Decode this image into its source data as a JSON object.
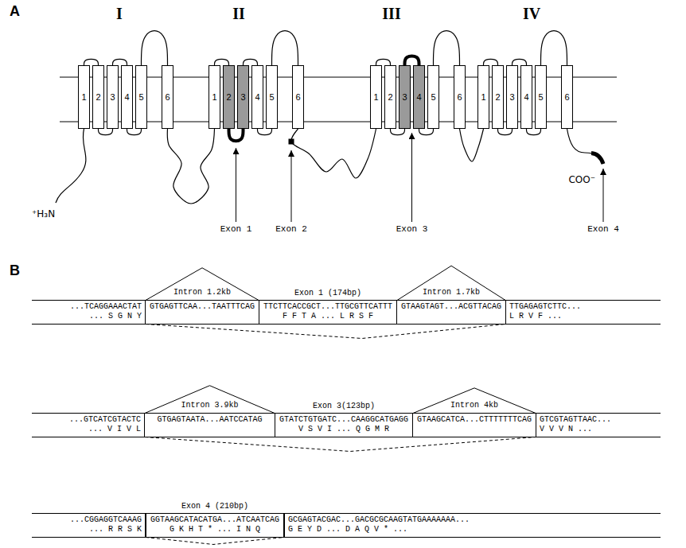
{
  "diagram": {
    "nodes": [
      {
        "text": [
          "1"
        ]
      },
      {
        "text": [
          "2"
        ]
      },
      {
        "text": [
          "3"
        ]
      },
      {
        "text": [
          "4"
        ]
      },
      {
        "text": [
          "5"
        ]
      },
      {
        "text": [
          "6"
        ]
      },
      {
        "text": [
          "1"
        ]
      },
      {
        "text": [
          "2"
        ]
      },
      {
        "text": [
          "3"
        ]
      },
      {
        "text": [
          "4"
        ]
      },
      {
        "text": [
          "5"
        ]
      },
      {
        "text": [
          "6"
        ]
      },
      {
        "text": [
          "1"
        ]
      },
      {
        "text": [
          "2"
        ]
      },
      {
        "text": [
          "3"
        ]
      },
      {
        "text": [
          "4"
        ]
      },
      {
        "text": [
          "5"
        ]
      },
      {
        "text": [
          "6"
        ]
      },
      {
        "text": [
          "1"
        ]
      },
      {
        "text": [
          "2"
        ]
      },
      {
        "text": [
          "3"
        ]
      },
      {
        "text": [
          "4"
        ]
      },
      {
        "text": [
          "5"
        ]
      },
      {
        "text": [
          "6"
        ]
      },
      {
        "text": [
          "...TCAGGAAACTAT",
          "... S G N Y"
        ]
      },
      {
        "text": [
          "Exon 1 (174bp)",
          "TTCTTCACCGCT...TTGCGTTCATTT",
          "F F T A ... L R S F"
        ]
      },
      {
        "text": [
          "TTGAGAGTCTTC...",
          "L R V F ..."
        ]
      },
      {
        "text": [
          "...GTCATCGTACTC",
          "... V I V L"
        ]
      },
      {
        "text": [
          "Exon 3(123bp)",
          "GTATCTGTGATC...CAAGGCATGAGG",
          "V S V I ... Q G M R"
        ]
      },
      {
        "text": [
          "GTCGTAGTTAAC...",
          "V V V N ..."
        ]
      },
      {
        "text": [
          "...CGGAGGTCAAAG",
          "... R R S K"
        ]
      },
      {
        "text": [
          "Exon 4 (210bp)",
          "GGTAAGCATACATGA...ATCAATCAG",
          "G K H T * ... I N Q"
        ]
      },
      {
        "text": [
          "GCGAGTACGAC...GACGCGCAAGTATGAAAAAAA...",
          "G E Y D ... D A Q V * ..."
        ]
      }
    ],
    "edges": [
      {
        "from": 0,
        "to": 1,
        "arrow": "none"
      },
      {
        "from": 1,
        "to": 2,
        "arrow": "none"
      },
      {
        "from": 2,
        "to": 3,
        "arrow": "none"
      },
      {
        "from": 3,
        "to": 4,
        "arrow": "none"
      },
      {
        "from": 4,
        "to": 5,
        "arrow": "none"
      },
      {
        "from": 5,
        "to": 6,
        "arrow": "none"
      },
      {
        "from": 6,
        "to": 7,
        "arrow": "none"
      },
      {
        "from": 7,
        "to": 8,
        "arrow": "none"
      },
      {
        "from": 8,
        "to": 9,
        "arrow": "none"
      },
      {
        "from": 9,
        "to": 10,
        "arrow": "none"
      },
      {
        "from": 10,
        "to": 11,
        "arrow": "none"
      },
      {
        "from": 11,
        "to": 12,
        "arrow": "none"
      },
      {
        "from": 12,
        "to": 13,
        "arrow": "none"
      },
      {
        "from": 13,
        "to": 14,
        "arrow": "none"
      },
      {
        "from": 14,
        "to": 15,
        "arrow": "none"
      },
      {
        "from": 15,
        "to": 16,
        "arrow": "none"
      },
      {
        "from": 16,
        "to": 17,
        "arrow": "none"
      },
      {
        "from": 17,
        "to": 18,
        "arrow": "none"
      },
      {
        "from": 18,
        "to": 19,
        "arrow": "none"
      },
      {
        "from": 19,
        "to": 20,
        "arrow": "none"
      },
      {
        "from": 20,
        "to": 21,
        "arrow": "none"
      },
      {
        "from": 21,
        "to": 22,
        "arrow": "none"
      },
      {
        "from": 22,
        "to": 23,
        "arrow": "none"
      },
      {
        "from": 24,
        "to": 26,
        "arrow": "none"
      },
      {
        "from": 27,
        "to": 29,
        "arrow": "none"
      },
      {
        "from": 30,
        "to": 32,
        "arrow": "none"
      }
    ],
    "labels": [
      "A",
      "I",
      "II",
      "III",
      "IV",
      "⁺H₃N",
      "COO⁻",
      "Exon 1",
      "Exon 2",
      "Exon 3",
      "Exon 4",
      "B",
      "Intron 1.2kb",
      "GTGAGTTCAA...TAATTTCAG",
      "Intron 1.7kb",
      "GTAAGTAGT...ACGTTACAG",
      "Intron 3.9kb",
      "GTGAGTAATA...AATCCATAG",
      "Intron 4kb",
      "GTAAGCATCA...CTTTTTTTCAG"
    ]
  }
}
